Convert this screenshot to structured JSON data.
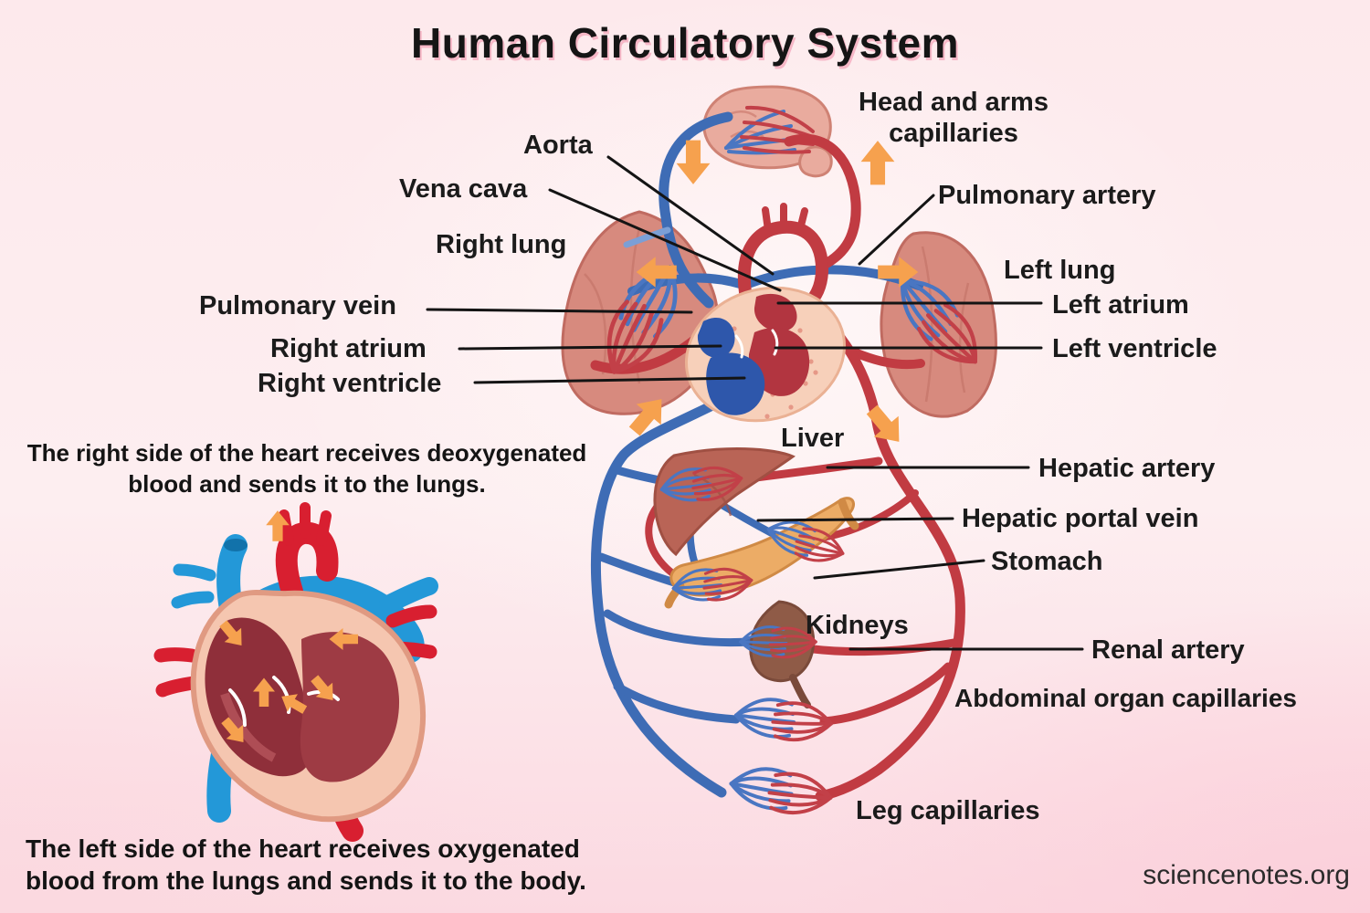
{
  "title": "Human Circulatory System",
  "watermark": "sciencenotes.org",
  "notes": {
    "right_side": "The right side of the heart receives deoxygenated blood and sends it to the lungs.",
    "left_side": "The left side of the heart receives oxygenated blood from the lungs and sends it to the body."
  },
  "labels": {
    "head_arms_capillaries": "Head and arms capillaries",
    "aorta": "Aorta",
    "vena_cava": "Vena cava",
    "right_lung": "Right lung",
    "pulmonary_vein": "Pulmonary vein",
    "right_atrium": "Right atrium",
    "right_ventricle": "Right ventricle",
    "pulmonary_artery": "Pulmonary artery",
    "left_lung": "Left lung",
    "left_atrium": "Left atrium",
    "left_ventricle": "Left ventricle",
    "liver": "Liver",
    "hepatic_artery": "Hepatic artery",
    "hepatic_portal_vein": "Hepatic portal vein",
    "stomach": "Stomach",
    "kidneys": "Kidneys",
    "renal_artery": "Renal artery",
    "abdominal_organ_capillaries": "Abdominal organ capillaries",
    "leg_capillaries": "Leg capillaries"
  },
  "colors": {
    "artery_red": "#c13b42",
    "vein_blue": "#3e6cb5",
    "bright_red": "#d81f30",
    "bright_blue": "#2398d8",
    "arrow_orange": "#f6a14e",
    "background_pink": "#fde9ec",
    "background_deep_pink": "#fbd2dd",
    "label_text": "#1b1b1b"
  }
}
